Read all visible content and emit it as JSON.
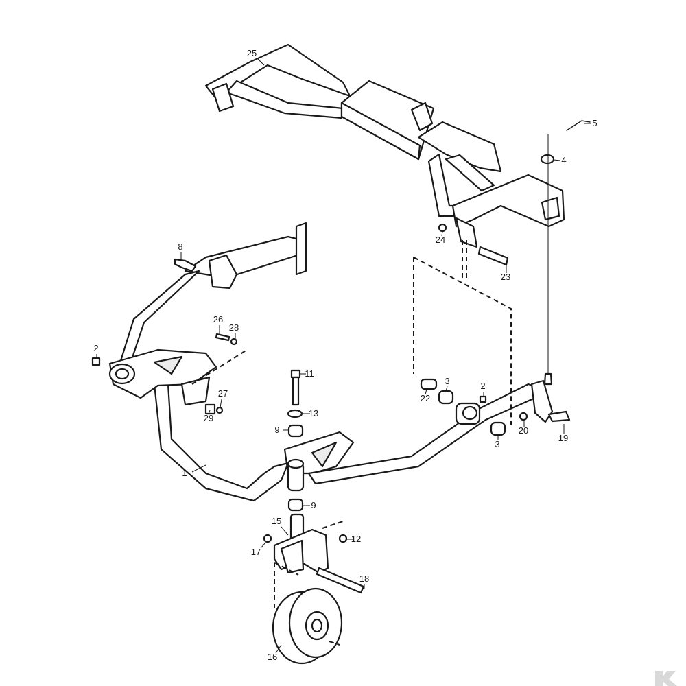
{
  "diagram": {
    "callouts": [
      "1",
      "2",
      "2",
      "3",
      "3",
      "4",
      "5",
      "8",
      "9",
      "9",
      "11",
      "12",
      "13",
      "15",
      "16",
      "17",
      "18",
      "19",
      "20",
      "22",
      "23",
      "24",
      "25",
      "26",
      "27",
      "28",
      "29"
    ]
  },
  "logo": {
    "color": "#d9d9d9",
    "shape": "k-mark"
  },
  "colors": {
    "line": "#1a1a1a",
    "background": "#ffffff"
  }
}
